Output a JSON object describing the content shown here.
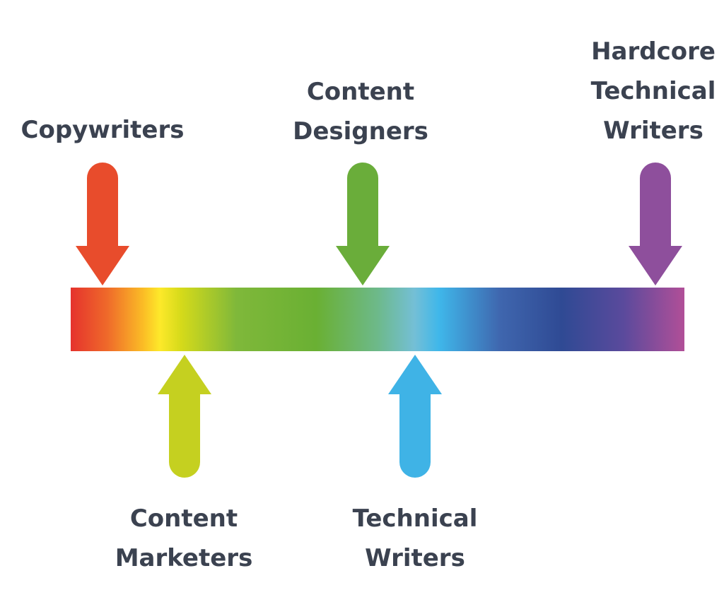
{
  "labels": {
    "copywriters": [
      "Copywriters"
    ],
    "content_designers": [
      "Content",
      "Designers"
    ],
    "hardcore_technical_writers": [
      "Hardcore",
      "Technical",
      "Writers"
    ],
    "content_marketers": [
      "Content",
      "Marketers"
    ],
    "technical_writers": [
      "Technical",
      "Writers"
    ]
  },
  "colors": {
    "copywriters": "#e84c2c",
    "content_designers": "#6aad3a",
    "hardcore_technical_writers": "#8e4f9c",
    "content_marketers": "#c5d020",
    "technical_writers": "#3fb3e6",
    "text": "#3b4250"
  }
}
